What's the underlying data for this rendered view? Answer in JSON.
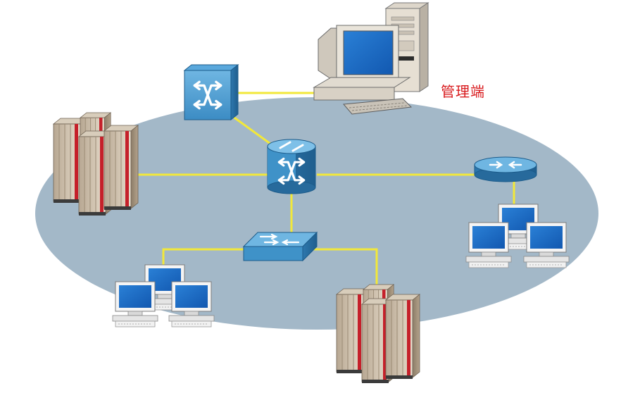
{
  "labels": {
    "management": "管理端"
  },
  "colors": {
    "network_ellipse": "#a3b8c8",
    "link": "#f2e83a",
    "device_blue": "#3f92c8",
    "label_red": "#d8191c"
  },
  "nodes": [
    {
      "id": "management-workstation",
      "icon": "desktop-computer-icon"
    },
    {
      "id": "core-switch-top",
      "icon": "switch-icon"
    },
    {
      "id": "central-multilayer-switch",
      "icon": "multilayer-switch-icon"
    },
    {
      "id": "server-cluster-left",
      "icon": "server-rack-icon"
    },
    {
      "id": "router-right",
      "icon": "router-icon"
    },
    {
      "id": "workstation-group-right",
      "icon": "workstation-group-icon"
    },
    {
      "id": "access-switch-bottom",
      "icon": "workgroup-switch-icon"
    },
    {
      "id": "workstation-group-left",
      "icon": "workstation-group-icon"
    },
    {
      "id": "server-cluster-bottom",
      "icon": "server-rack-icon"
    }
  ],
  "links": [
    [
      "core-switch-top",
      "management-workstation"
    ],
    [
      "core-switch-top",
      "central-multilayer-switch"
    ],
    [
      "server-cluster-left",
      "central-multilayer-switch"
    ],
    [
      "central-multilayer-switch",
      "router-right"
    ],
    [
      "router-right",
      "workstation-group-right"
    ],
    [
      "central-multilayer-switch",
      "access-switch-bottom"
    ],
    [
      "access-switch-bottom",
      "workstation-group-left"
    ],
    [
      "access-switch-bottom",
      "server-cluster-bottom"
    ]
  ]
}
